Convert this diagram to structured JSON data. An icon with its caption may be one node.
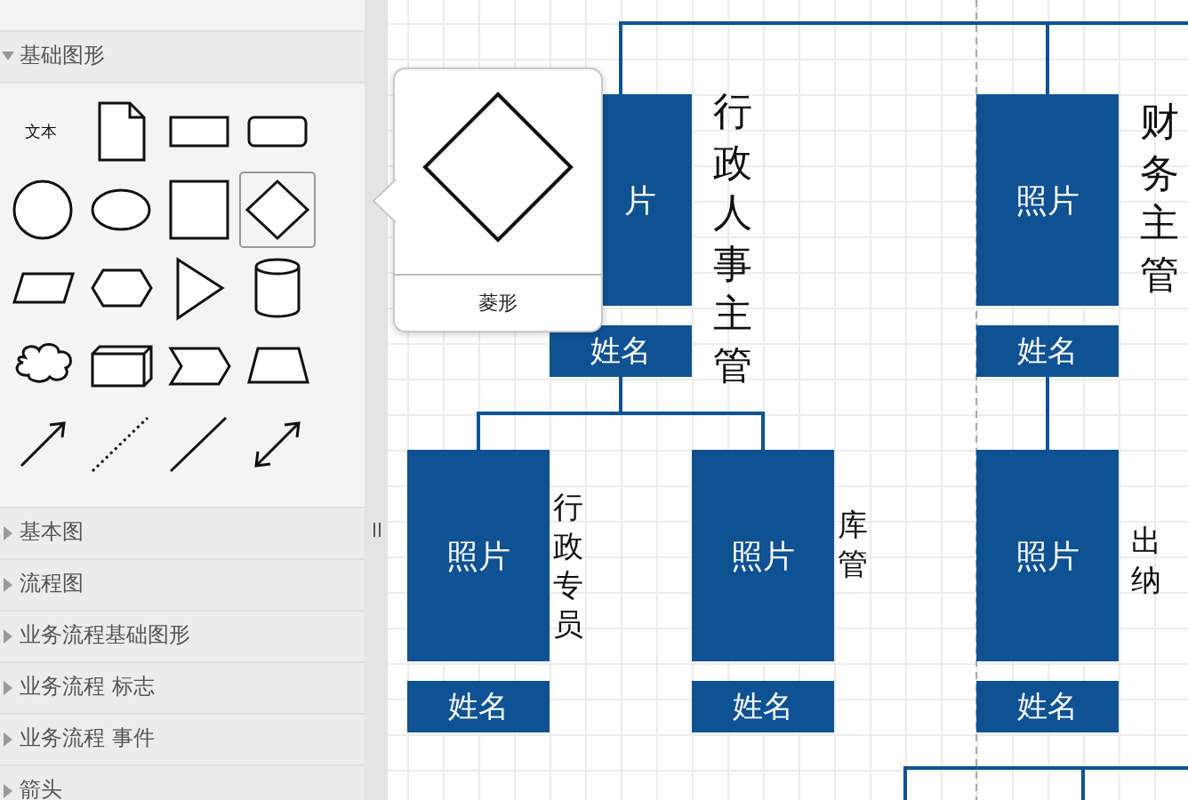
{
  "diagram": {
    "nodes": [
      {
        "text": [
          "片"
        ],
        "beside": [
          "行政人事主管"
        ]
      },
      {
        "text": [
          "姓名"
        ]
      },
      {
        "text": [
          "照片"
        ],
        "beside": [
          "财务主管"
        ]
      },
      {
        "text": [
          "姓名"
        ]
      },
      {
        "text": [
          "照片"
        ],
        "beside": [
          "行政专员"
        ]
      },
      {
        "text": [
          "姓名"
        ]
      },
      {
        "text": [
          "照片"
        ],
        "beside": [
          "库管"
        ]
      },
      {
        "text": [
          "姓名"
        ]
      },
      {
        "text": [
          "照片"
        ],
        "beside": [
          "出纳"
        ]
      },
      {
        "text": [
          "姓名"
        ]
      }
    ],
    "edges": [
      {
        "from": null,
        "to": 0,
        "arrow": "none"
      },
      {
        "from": null,
        "to": 2,
        "arrow": "none"
      },
      {
        "from": 1,
        "to": 4,
        "arrow": "none"
      },
      {
        "from": 1,
        "to": 6,
        "arrow": "none"
      },
      {
        "from": 3,
        "to": 8,
        "arrow": "none"
      }
    ],
    "labels": [
      "基础图形",
      "文本",
      "菱形",
      "基本图",
      "流程图",
      "业务流程基础图形",
      "业务流程 标志",
      "业务流程 事件",
      "箭头"
    ]
  }
}
